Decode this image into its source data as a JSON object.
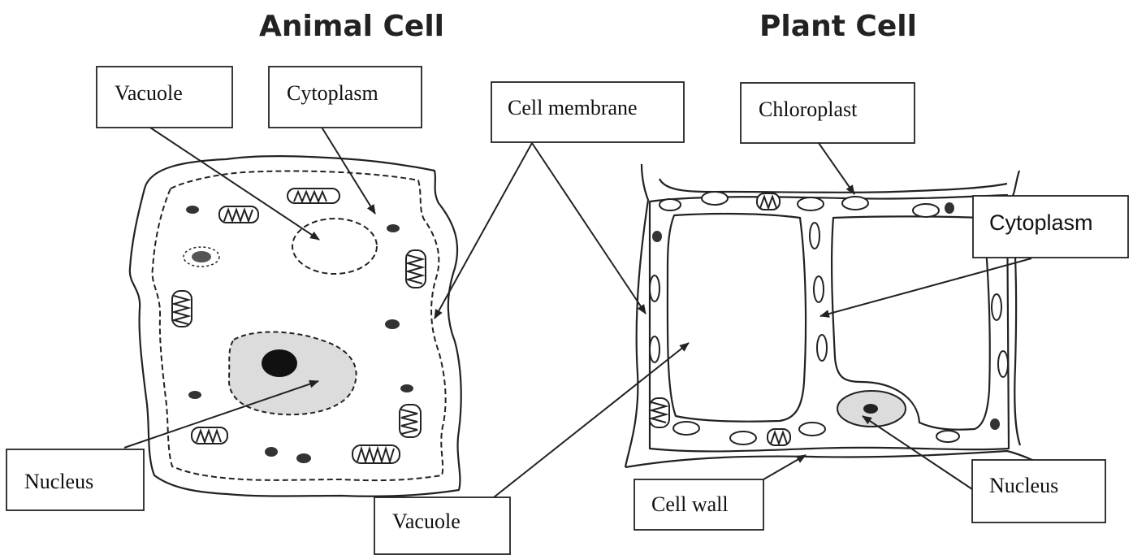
{
  "animal_cell": {
    "title": "Animal Cell",
    "labels": {
      "vacuole": "Vacuole",
      "cytoplasm": "Cytoplasm",
      "nucleus": "Nucleus"
    }
  },
  "plant_cell": {
    "title": "Plant Cell",
    "labels": {
      "chloroplast": "Chloroplast",
      "cytoplasm": "Cytoplasm",
      "nucleus": "Nucleus",
      "cell_wall": "Cell wall"
    }
  },
  "shared_labels": {
    "cell_membrane": "Cell membrane",
    "vacuole": "Vacuole"
  }
}
